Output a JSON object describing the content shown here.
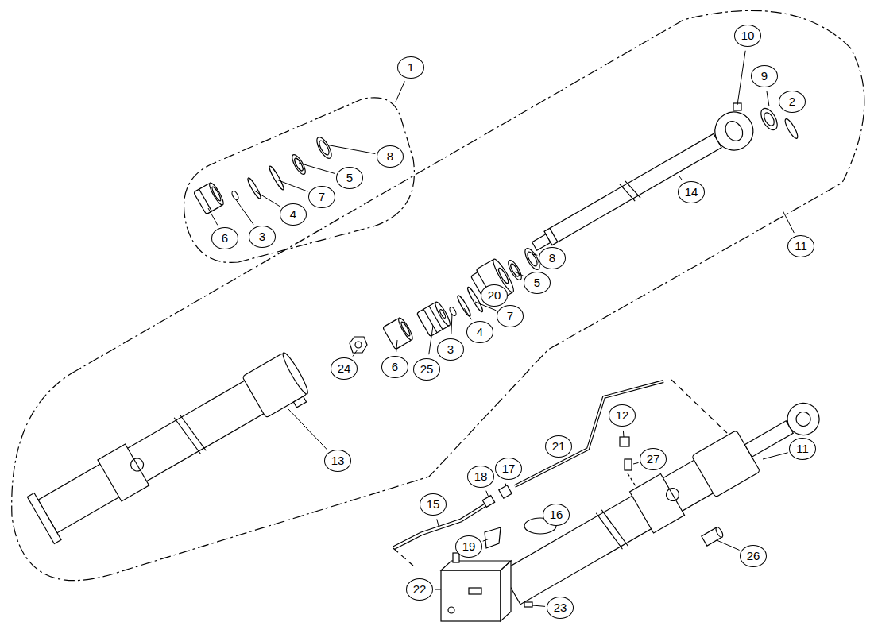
{
  "diagram": {
    "labels": [
      "10",
      "1",
      "9",
      "2",
      "8",
      "5",
      "7",
      "4",
      "3",
      "6",
      "14",
      "11",
      "8",
      "5",
      "20",
      "7",
      "4",
      "3",
      "25",
      "6",
      "24",
      "12",
      "21",
      "17",
      "18",
      "13",
      "27",
      "11",
      "15",
      "16",
      "19",
      "26",
      "22",
      "23"
    ]
  }
}
